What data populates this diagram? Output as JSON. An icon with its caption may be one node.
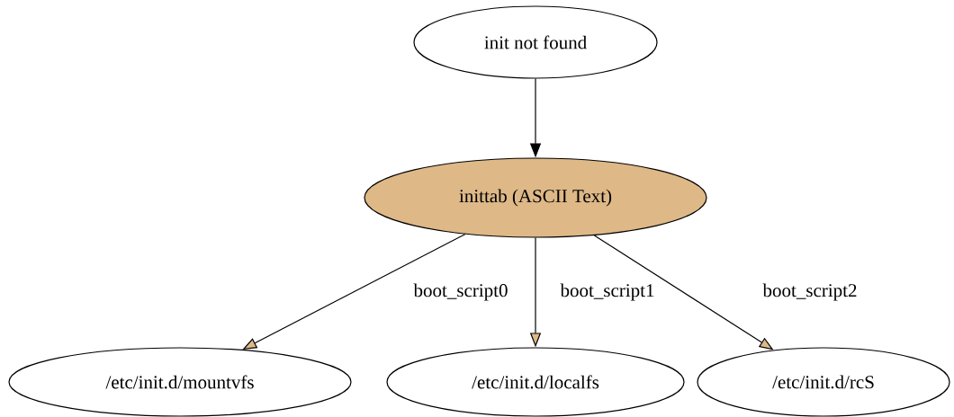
{
  "diagram": {
    "nodes": [
      {
        "text": [
          "init not found"
        ]
      },
      {
        "text": [
          "inittab (ASCII Text)"
        ]
      },
      {
        "text": [
          "/etc/init.d/mountvfs"
        ]
      },
      {
        "text": [
          "/etc/init.d/localfs"
        ]
      },
      {
        "text": [
          "/etc/init.d/rcS"
        ]
      }
    ],
    "edges": [
      {
        "from": 0,
        "to": 1,
        "arrow": "to"
      },
      {
        "from": 1,
        "to": 2,
        "arrow": "to",
        "label": "boot_script0"
      },
      {
        "from": 1,
        "to": 3,
        "arrow": "to",
        "label": "boot_script1"
      },
      {
        "from": 1,
        "to": 4,
        "arrow": "to",
        "label": "boot_script2"
      }
    ]
  }
}
